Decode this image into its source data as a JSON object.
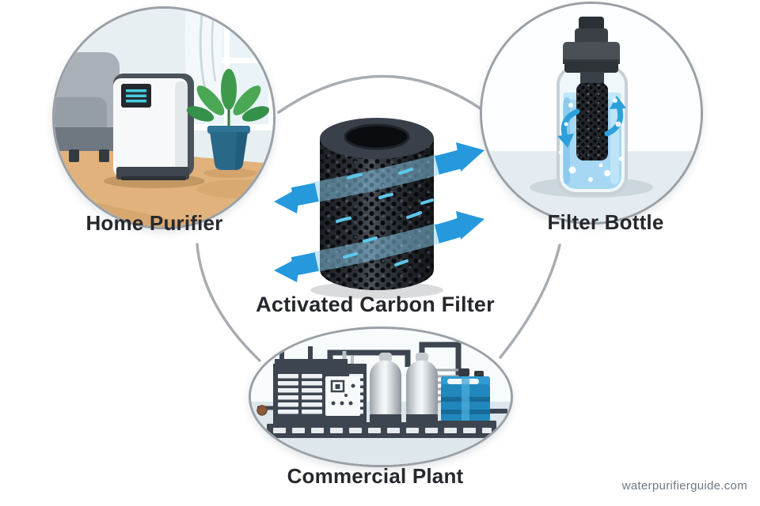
{
  "page": {
    "background": "#ffffff",
    "watermark": "waterpurifierguide.com"
  },
  "diagram": {
    "center_label": "Activated Carbon Filter",
    "nodes": [
      {
        "id": "home-purifier",
        "label": "Home Purifier",
        "position": "top-left"
      },
      {
        "id": "filter-bottle",
        "label": "Filter Bottle",
        "position": "top-right"
      },
      {
        "id": "commercial-plant",
        "label": "Commercial Plant",
        "position": "bottom-center"
      }
    ],
    "icons": [
      "home-purifier-illustration",
      "filter-bottle-illustration",
      "activated-carbon-filter-illustration",
      "commercial-plant-illustration"
    ],
    "colors": {
      "connector_gray": "#a8adb2",
      "flow_arrow_blue": "#2599dc",
      "label_text": "#26282c",
      "watermark_text": "#6d7885",
      "carbon_filter_black": "#24272c",
      "water_blue": "#a6d8f3",
      "tank_blue": "#2187bd",
      "floor_tan": "#e1b27c",
      "plant_green": "#46a251",
      "machinery_slate": "#3d4550",
      "circle_border": "#9aa0a6"
    }
  }
}
